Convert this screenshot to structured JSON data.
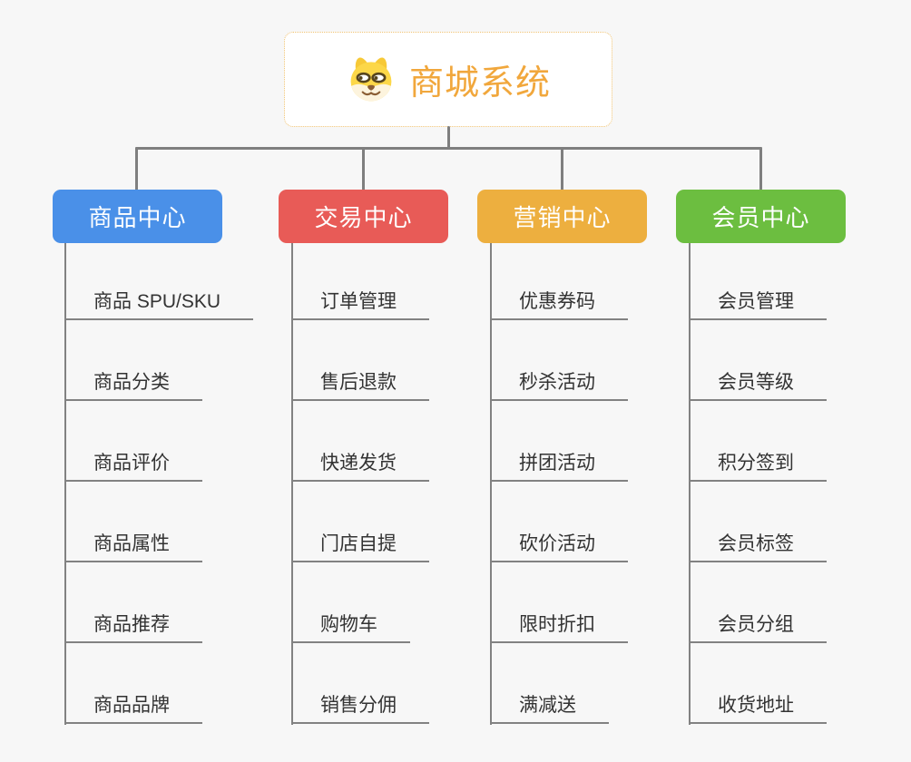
{
  "root": {
    "title": "商城系统",
    "icon": "dog-face-icon",
    "title_color": "#F1A73C",
    "border_color": "#F0C271"
  },
  "branches": [
    {
      "label": "商品中心",
      "color": "#4A90E8",
      "items": [
        "商品 SPU/SKU",
        "商品分类",
        "商品评价",
        "商品属性",
        "商品推荐",
        "商品品牌"
      ]
    },
    {
      "label": "交易中心",
      "color": "#E85B57",
      "items": [
        "订单管理",
        "售后退款",
        "快递发货",
        "门店自提",
        "购物车",
        "销售分佣"
      ]
    },
    {
      "label": "营销中心",
      "color": "#EDAF3F",
      "items": [
        "优惠券码",
        "秒杀活动",
        "拼团活动",
        "砍价活动",
        "限时折扣",
        "满减送"
      ]
    },
    {
      "label": "会员中心",
      "color": "#6CBE40",
      "items": [
        "会员管理",
        "会员等级",
        "积分签到",
        "会员标签",
        "会员分组",
        "收货地址"
      ]
    }
  ],
  "colors": {
    "background": "#F7F7F7",
    "connector": "#7F7F7F",
    "item_line": "#828282",
    "item_text": "#333333"
  }
}
